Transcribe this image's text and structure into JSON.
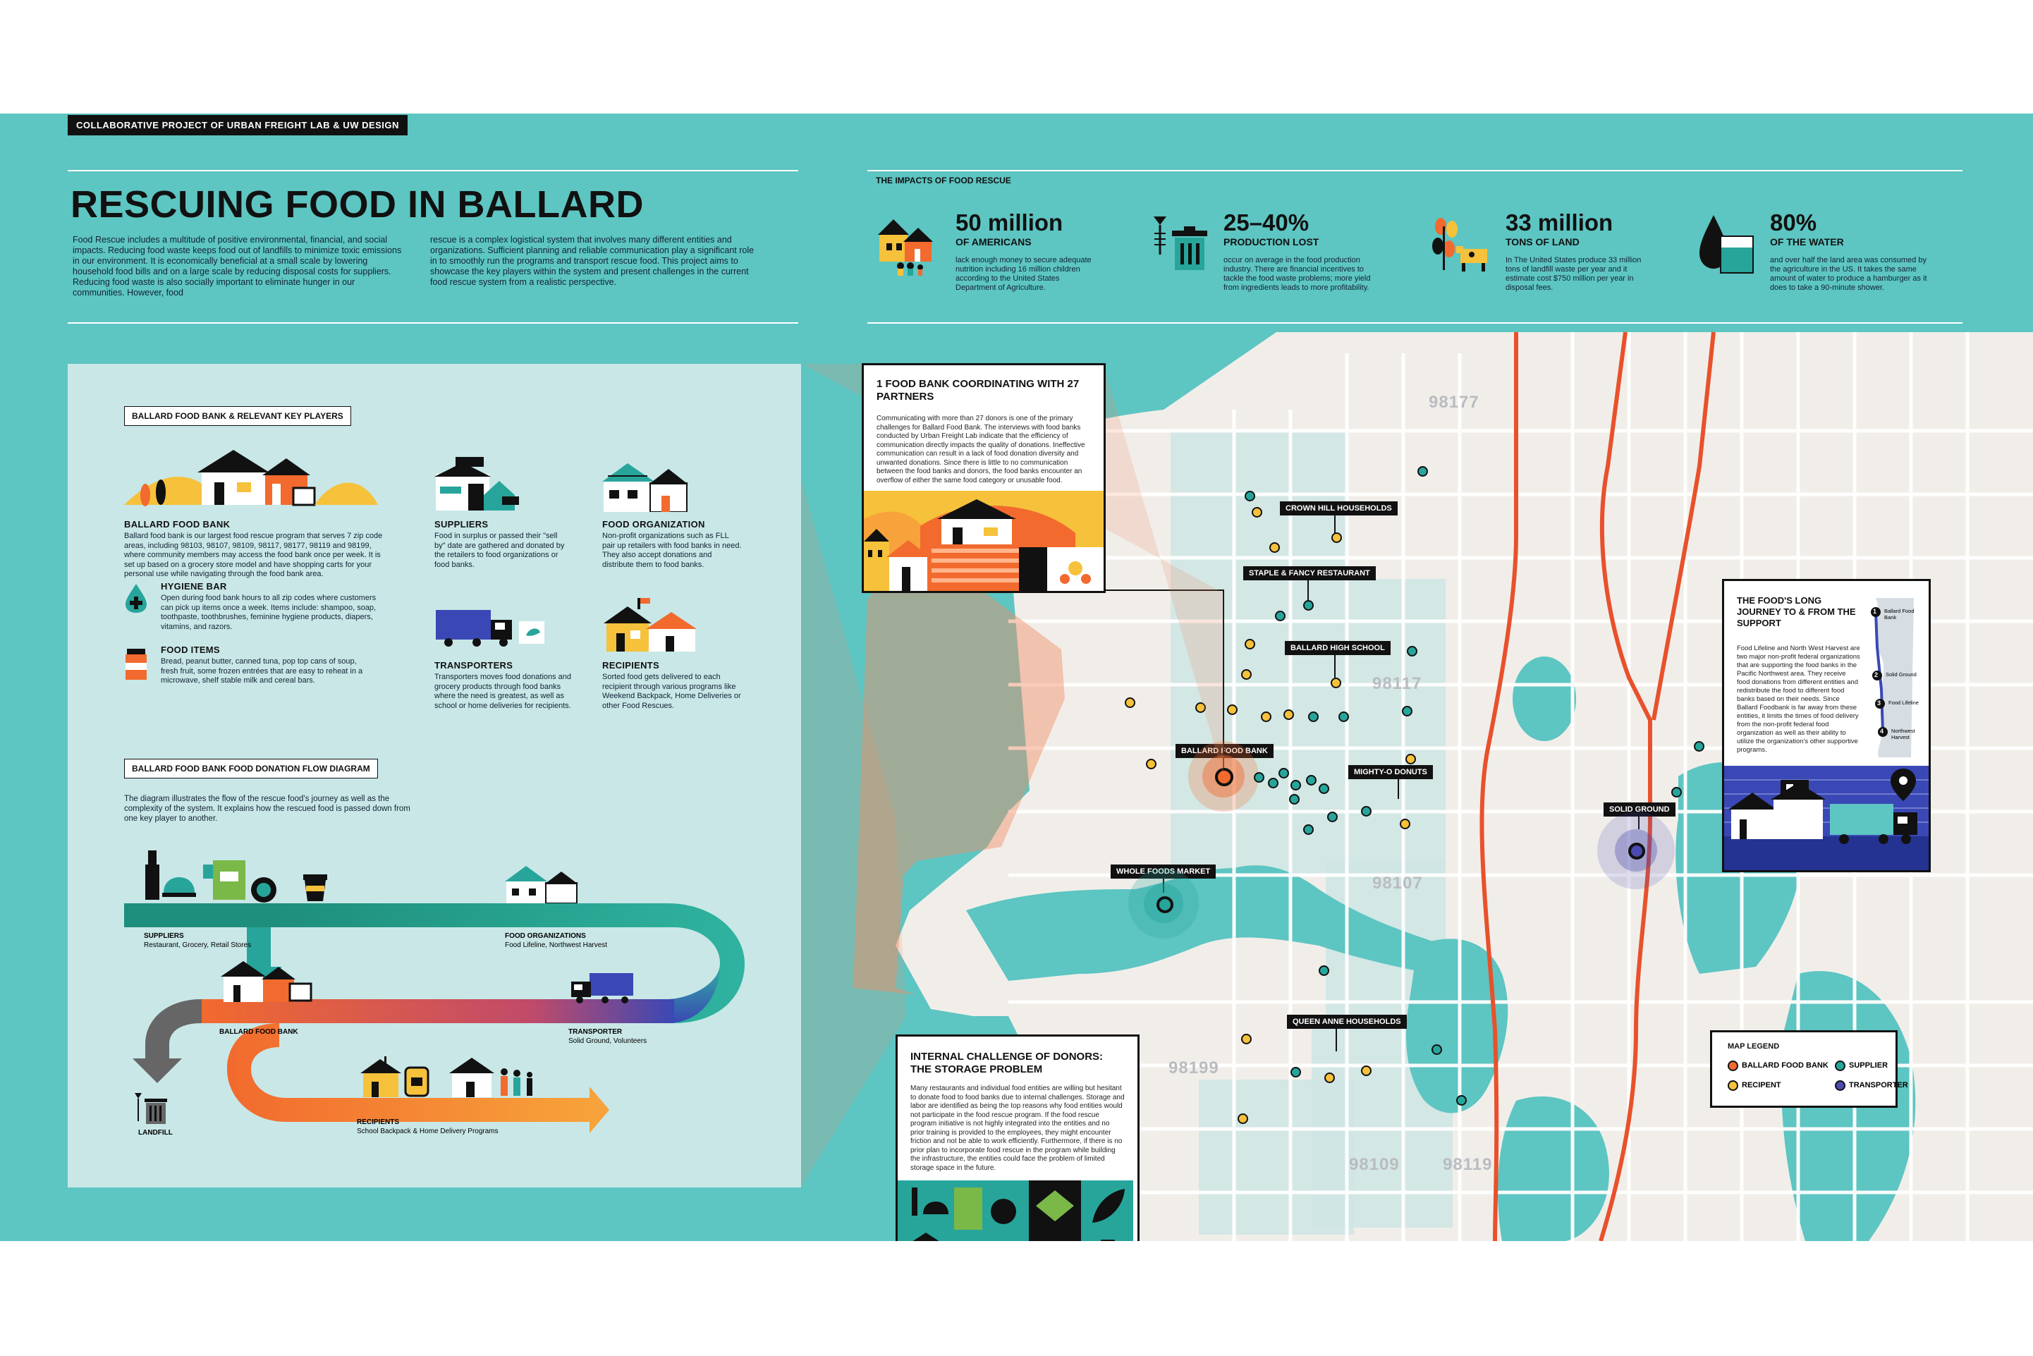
{
  "header": {
    "project_tag": "COLLABORATIVE PROJECT OF URBAN FREIGHT LAB & UW DESIGN",
    "title": "RESCUING FOOD IN BALLARD",
    "intro_col1": "Food Rescue includes a multitude of positive environmental, financial, and social impacts. Reducing food waste keeps food out of landfills to minimize toxic emissions in our environment. It is economically beneficial at a small scale by lowering household food bills and on a large scale by reducing disposal costs for suppliers. Reducing food waste is also socially important to eliminate hunger in our communities. However, food",
    "intro_col2": "rescue is a complex logistical system that involves many different entities and organizations. Sufficient planning and reliable communication play a significant role in to smoothly run the programs and transport rescue food. This project aims to showcase the key players within the system and present challenges in the current food rescue system from a realistic perspective."
  },
  "impacts": {
    "tag": "THE IMPACTS OF FOOD RESCUE",
    "stats": [
      {
        "number": "50 million",
        "subtitle": "OF AMERICANS",
        "text": "lack enough money to secure adequate nutrition including 16 million children according to the United States Department of Agriculture.",
        "icon": "houses-family-icon"
      },
      {
        "number": "25–40%",
        "subtitle": "PRODUCTION LOST",
        "text": "occur on average in the food production industry. There are financial incentives to tackle the food waste problems; more yield from ingredients leads to more profitability.",
        "icon": "trash-can-icon"
      },
      {
        "number": "33 million",
        "subtitle": "TONS OF LAND",
        "text": "In The United States produce 33 million tons of landfill waste per year and it estimate cost $750 million per year in disposal fees.",
        "icon": "plant-cow-icon"
      },
      {
        "number": "80%",
        "subtitle": "OF THE WATER",
        "text": "and over half the land area was consumed by the agriculture in the US. It takes the same amount of water to produce a hamburger as it does to take a 90-minute shower.",
        "icon": "water-glass-icon"
      }
    ]
  },
  "players": {
    "tag": "BALLARD FOOD BANK & RELEVANT KEY PLAYERS",
    "items": [
      {
        "title": "BALLARD FOOD BANK",
        "text": "Ballard food bank is our largest food rescue program that serves 7 zip code areas, including 98103, 98107, 98109, 98117, 98177, 98119 and 98199, where community members may access the food bank once per week. It is set up based on a grocery store model and have shopping carts for your personal use while navigating through the food bank area."
      },
      {
        "title": "SUPPLIERS",
        "text": "Food in surplus or passed their \"sell by\" date are gathered and donated by the retailers to food organizations or food banks."
      },
      {
        "title": "FOOD ORGANIZATION",
        "text": "Non-profit organizations such as FLL pair up retailers with food banks in need. They also accept donations and distribute them to food banks."
      },
      {
        "title": "HYGIENE BAR",
        "text": "Open during food bank hours to all zip codes where customers can pick up items once a week. Items include: shampoo, soap, toothpaste, toothbrushes, feminine hygiene products, diapers, vitamins, and razors."
      },
      {
        "title": "FOOD ITEMS",
        "text": "Bread, peanut butter, canned tuna, pop top cans of soup, fresh fruit, some frozen entrées that are easy to reheat in a microwave, shelf stable milk and cereal bars."
      },
      {
        "title": "TRANSPORTERS",
        "text": "Transporters moves food donations and grocery products through food banks where the need is greatest, as well as school or home deliveries for recipients."
      },
      {
        "title": "RECIPIENTS",
        "text": "Sorted food gets delivered to each recipient through various programs like Weekend Backpack, Home Deliveries or other Food Rescues."
      }
    ]
  },
  "flow": {
    "tag": "BALLARD FOOD BANK FOOD DONATION FLOW DIAGRAM",
    "intro": "The diagram illustrates the flow of the rescue food's journey as well as the complexity of the system. It explains how the rescued food is passed down from one key player to another.",
    "nodes": [
      {
        "title": "SUPPLIERS",
        "sub": "Restaurant, Grocery, Retail Stores"
      },
      {
        "title": "FOOD ORGANIZATIONS",
        "sub": "Food Lifeline, Northwest Harvest"
      },
      {
        "title": "BALLARD FOOD BANK",
        "sub": ""
      },
      {
        "title": "TRANSPORTER",
        "sub": "Solid Ground, Volunteers"
      },
      {
        "title": "LANDFILL",
        "sub": ""
      },
      {
        "title": "RECIPIENTS",
        "sub": "School Backpack & Home Delivery Programs"
      }
    ]
  },
  "cards": {
    "coordinating": {
      "title": "1 FOOD BANK COORDINATING WITH 27 PARTNERS",
      "text": "Communicating with more than 27 donors is one of the primary challenges for Ballard Food Bank. The interviews with food banks conducted by Urban Freight Lab indicate that the efficiency of communication directly impacts the quality of donations. Ineffective communication can result in a lack of food donation diversity and unwanted donations. Since there is little to no communication between the food banks and donors, the food banks encounter an overflow of either the same food category or unusable food."
    },
    "storage": {
      "title": "INTERNAL CHALLENGE OF DONORS: THE STORAGE PROBLEM",
      "text": "Many restaurants and individual food entities are willing but hesitant to donate food to food banks due to internal challenges. Storage and labor are identified as being the top reasons why food entities would not participate in the food rescue program. If the food rescue program initiative is not highly integrated into the entities and no prior training is provided to the employees, they might encounter friction and not be able to work efficiently. Furthermore, if there is no prior plan to incorporate food rescue in the program while building the infrastructure, the entities could face the problem of limited storage space in the future."
    },
    "journey": {
      "title": "THE FOOD'S LONG JOURNEY TO & FROM THE SUPPORT",
      "text": "Food Lifeline and North West Harvest are two major non-profit federal organizations that are supporting the food banks in the Pacific Northwest area. They receive food donations from different entities and redistribute the food to different food banks based on their needs. Since Ballard Foodbank is far away from these entities, it limits the times of food delivery from the non-profit federal food organization as well as their ability to utilize the organization's other supportive programs.",
      "stops": [
        {
          "n": "1",
          "label": "Ballard Food Bank"
        },
        {
          "n": "2",
          "label": "Solid Ground"
        },
        {
          "n": "3",
          "label": "Food Lifeline"
        },
        {
          "n": "4",
          "label": "Northwest Harvest"
        }
      ]
    }
  },
  "map": {
    "zips": [
      "98177",
      "98117",
      "98107",
      "98199",
      "98109",
      "98119"
    ],
    "pins": {
      "crown_hill": "CROWN HILL HOUSEHOLDS",
      "staple": "STAPLE & FANCY RESTAURANT",
      "ballard_hs": "BALLARD HIGH SCHOOL",
      "food_bank": "BALLARD FOOD BANK",
      "mighty_o": "MIGHTY-O DONUTS",
      "whole_foods": "WHOLE FOODS MARKET",
      "solid_ground": "SOLID GROUND",
      "queen_anne": "QUEEN ANNE HOUSEHOLDS"
    },
    "legend": {
      "title": "MAP LEGEND",
      "items": [
        {
          "label": "BALLARD FOOD BANK",
          "color": "#f26a2e"
        },
        {
          "label": "SUPPLIER",
          "color": "#27a59b"
        },
        {
          "label": "RECIPENT",
          "color": "#f6c13b"
        },
        {
          "label": "TRANSPORTER",
          "color": "#4a4ab0"
        }
      ]
    }
  },
  "colors": {
    "teal_bg": "#5dc5c2",
    "panel": "#c9e7e7",
    "land": "#f1eeea",
    "orange": "#f26a2e",
    "road_red": "#e8512b",
    "yellow": "#f6c13b",
    "supplier_teal": "#27a59b",
    "transporter": "#4a4ab0"
  }
}
